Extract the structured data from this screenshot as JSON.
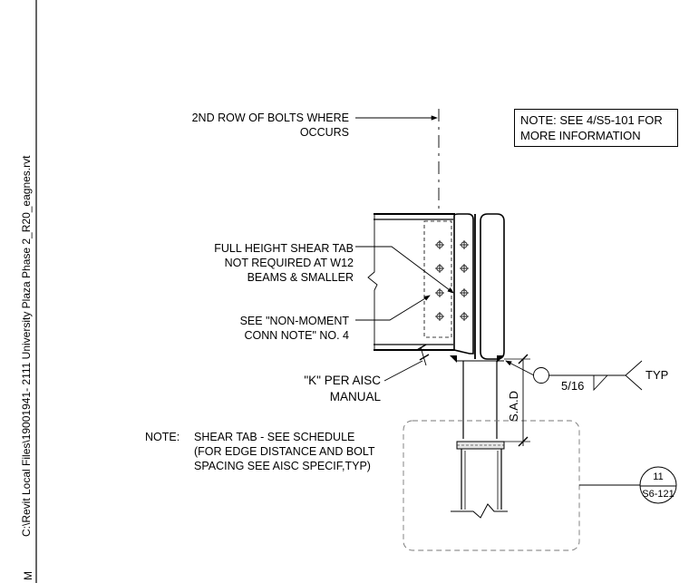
{
  "file_path": "C:\\Revit Local Files\\19001941- 2111 University Plaza Phase 2_R20_eagnes.rvt",
  "margin_letter": "M",
  "note_box": {
    "line1": "NOTE: SEE 4/S5-101 FOR",
    "line2": "MORE INFORMATION"
  },
  "labels": {
    "second_row_1": "2ND ROW OF BOLTS WHERE",
    "second_row_2": "OCCURS",
    "shear_tab_1": "FULL HEIGHT SHEAR TAB",
    "shear_tab_2": "NOT REQUIRED AT W12",
    "shear_tab_3": "BEAMS & SMALLER",
    "see_note_1": "SEE \"NON-MOMENT",
    "see_note_2": "CONN NOTE\" NO. 4",
    "k_1": "\"K\" PER AISC",
    "k_2": "MANUAL",
    "weld_size": "5/16",
    "typ": "TYP",
    "sad": "S.A.D",
    "note_head": "NOTE:",
    "note_1": "SHEAR TAB - SEE SCHEDULE",
    "note_2": "(FOR EDGE DISTANCE AND BOLT",
    "note_3": "SPACING SEE AISC SPECIF,TYP)"
  },
  "section_tag": {
    "number": "11",
    "sheet": "S6-121"
  }
}
